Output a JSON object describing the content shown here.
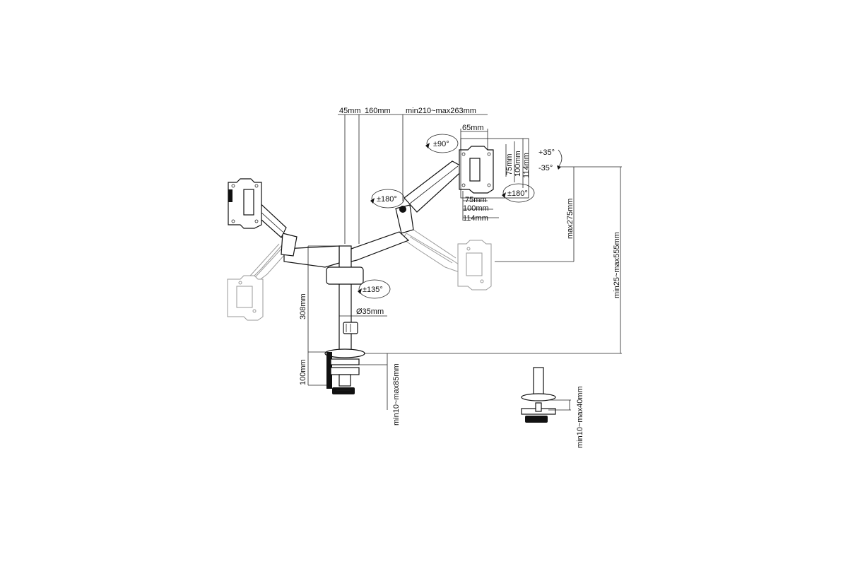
{
  "dimensions": {
    "d45": "45mm",
    "d160": "160mm",
    "arm_extent": "min210~max263mm",
    "d65": "65mm",
    "vesa_75_v": "75mm",
    "vesa_100_v": "100mm",
    "vesa_114_v": "114mm",
    "vesa_75_h": "75mm",
    "vesa_100_h": "100mm",
    "vesa_114_h": "114mm",
    "tilt_up": "+35°",
    "tilt_down": "-35°",
    "max_lift": "max275mm",
    "total_height": "min25~max555mm",
    "pole_height": "308mm",
    "pole_diameter": "Ø35mm",
    "clamp_height": "100mm",
    "clamp_range": "min10~max85mm",
    "grommet_range": "min10~max40mm"
  },
  "rotations": {
    "rotate": "±90°",
    "swivel_top": "±180°",
    "swivel_left": "±180°",
    "base_swivel": "±135°"
  }
}
